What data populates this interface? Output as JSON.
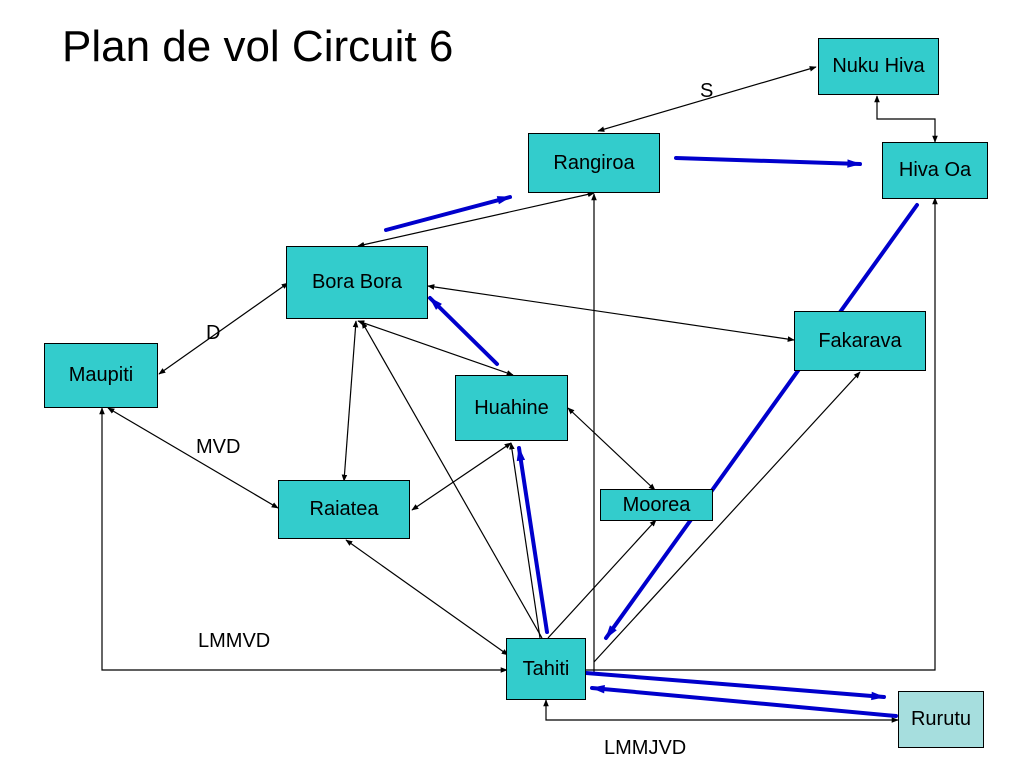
{
  "title": "Plan de vol Circuit 6",
  "colors": {
    "node_fill": "#33cccc",
    "node_fill_light": "#a6dede",
    "flight_path": "#0000cc",
    "connection": "#000000"
  },
  "nodes": {
    "nuku_hiva": "Nuku Hiva",
    "hiva_oa": "Hiva Oa",
    "rangiroa": "Rangiroa",
    "bora_bora": "Bora Bora",
    "fakarava": "Fakarava",
    "maupiti": "Maupiti",
    "huahine": "Huahine",
    "raiatea": "Raiatea",
    "moorea": "Moorea",
    "tahiti": "Tahiti",
    "rurutu": "Rurutu"
  },
  "labels": {
    "s": "S",
    "d": "D",
    "mvd": "MVD",
    "lmmvd": "LMMVD",
    "lmmjvd": "LMMJVD"
  }
}
